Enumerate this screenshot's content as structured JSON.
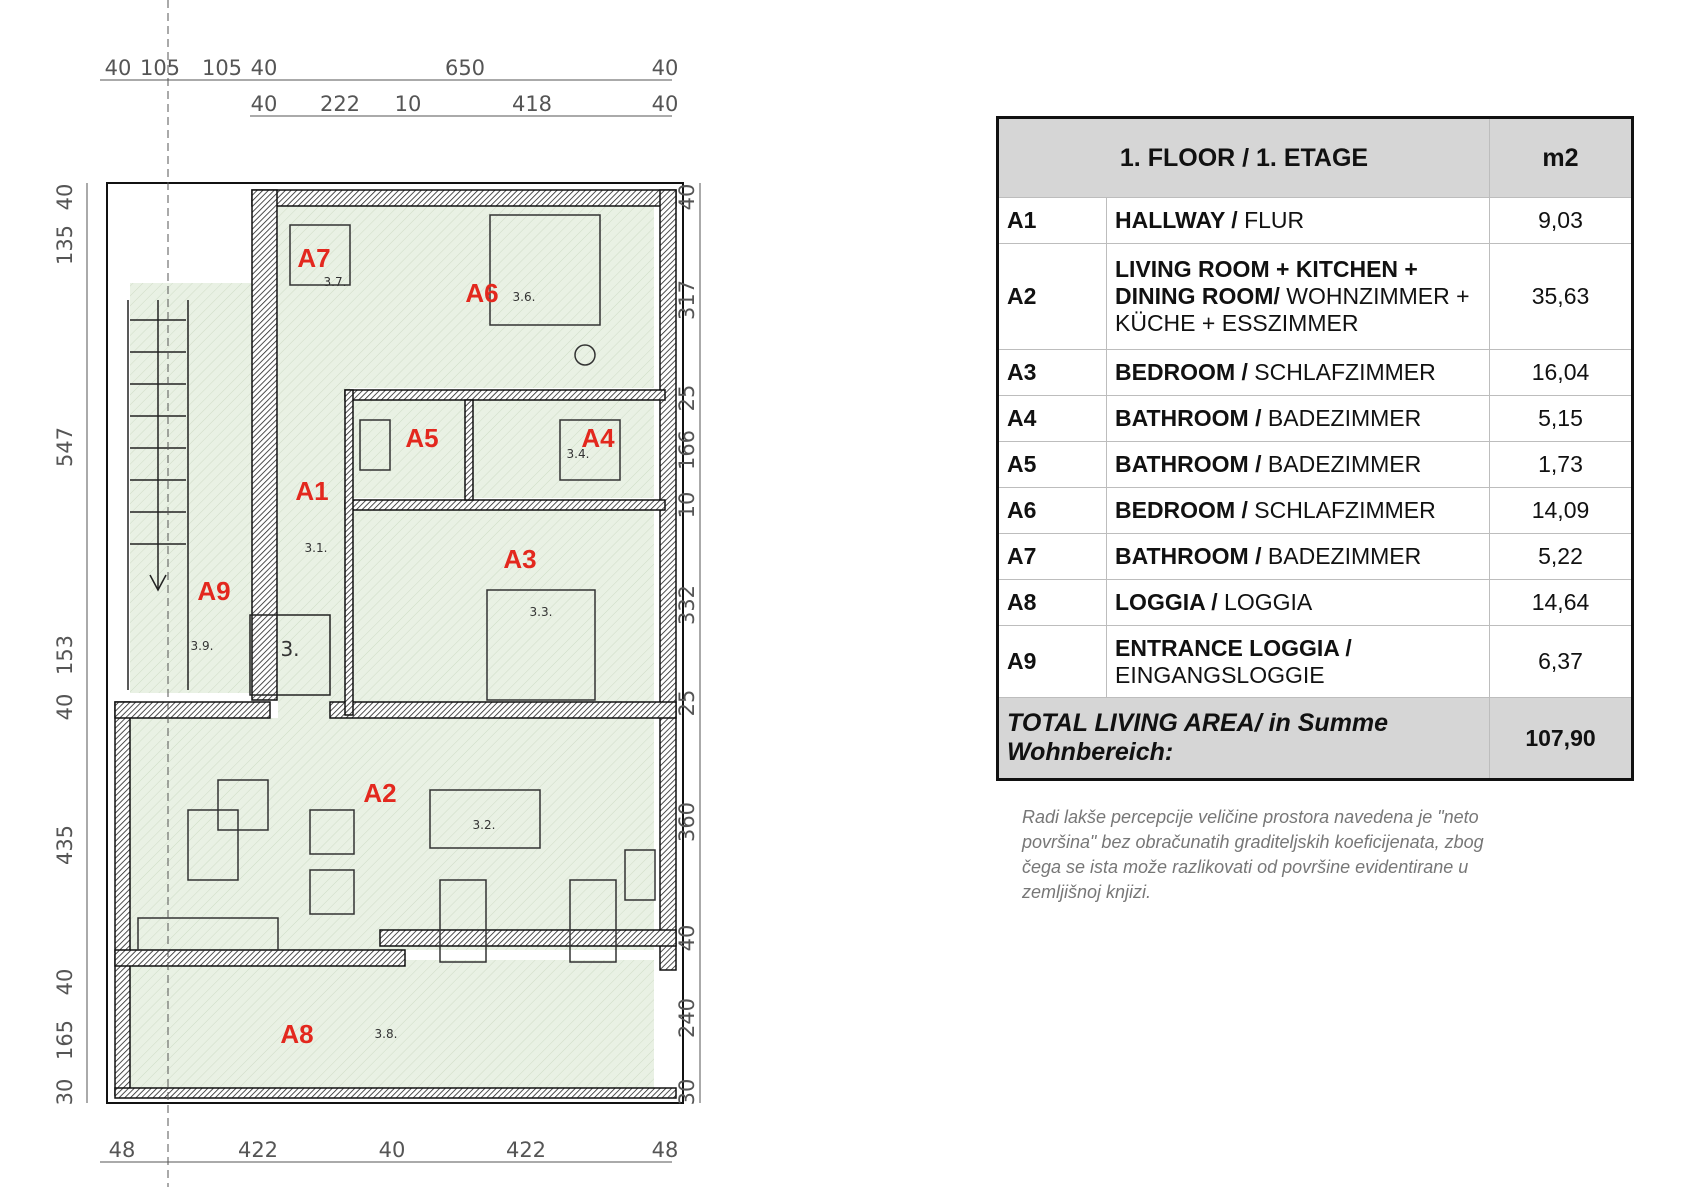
{
  "plan": {
    "dimensions": {
      "top_row1": [
        "40",
        "105",
        "105",
        "40",
        "650",
        "40"
      ],
      "top_row2": [
        "40",
        "222",
        "10",
        "418",
        "40"
      ],
      "bottom": [
        "48",
        "422",
        "40",
        "422",
        "48"
      ],
      "left": [
        "40",
        "135",
        "547",
        "153",
        "40",
        "435",
        "40",
        "165",
        "30"
      ],
      "right": [
        "40",
        "317",
        "25",
        "166",
        "10",
        "332",
        "25",
        "360",
        "40",
        "240",
        "30"
      ]
    },
    "rooms": [
      {
        "id": "A1",
        "num": "3.1."
      },
      {
        "id": "A2",
        "num": "3.2."
      },
      {
        "id": "A3",
        "num": "3.3."
      },
      {
        "id": "A4",
        "num": "3.4."
      },
      {
        "id": "A5",
        "num": ""
      },
      {
        "id": "A6",
        "num": "3.6."
      },
      {
        "id": "A7",
        "num": "3.7."
      },
      {
        "id": "A8",
        "num": "3.8."
      },
      {
        "id": "A9",
        "num": "3.9."
      }
    ],
    "stair_label": "3."
  },
  "table": {
    "header_title": "1. FLOOR / 1. ETAGE",
    "header_unit": "m2",
    "rows": [
      {
        "code": "A1",
        "name_bold": "HALLWAY /",
        "name_normal": " FLUR",
        "area": "9,03"
      },
      {
        "code": "A2",
        "name_bold": "LIVING ROOM + KITCHEN + DINING ROOM/",
        "name_normal": " WOHNZIMMER + KÜCHE + ESSZIMMER",
        "area": "35,63"
      },
      {
        "code": "A3",
        "name_bold": "BEDROOM /",
        "name_normal": " SCHLAFZIMMER",
        "area": "16,04"
      },
      {
        "code": "A4",
        "name_bold": "BATHROOM /",
        "name_normal": " BADEZIMMER",
        "area": "5,15"
      },
      {
        "code": "A5",
        "name_bold": "BATHROOM /",
        "name_normal": " BADEZIMMER",
        "area": "1,73"
      },
      {
        "code": "A6",
        "name_bold": "BEDROOM /",
        "name_normal": " SCHLAFZIMMER",
        "area": "14,09"
      },
      {
        "code": "A7",
        "name_bold": "BATHROOM /",
        "name_normal": " BADEZIMMER",
        "area": "5,22"
      },
      {
        "code": "A8",
        "name_bold": "LOGGIA /",
        "name_normal": " LOGGIA",
        "area": "14,64"
      },
      {
        "code": "A9",
        "name_bold": "ENTRANCE LOGGIA /",
        "name_normal": " EINGANGSLOGGIE",
        "area": "6,37"
      }
    ],
    "total_label": "TOTAL LIVING AREA/ in Summe Wohnbereich:",
    "total_value": "107,90"
  },
  "note": {
    "lines": [
      "Radi lakše percepcije veličine prostora navedena je \"neto",
      " površina\" bez obračunatih graditeljskih koeficijenata, zbog",
      "čega se ista može razlikovati od površine evidentirane u",
      "zemljišnoj knjizi."
    ]
  }
}
